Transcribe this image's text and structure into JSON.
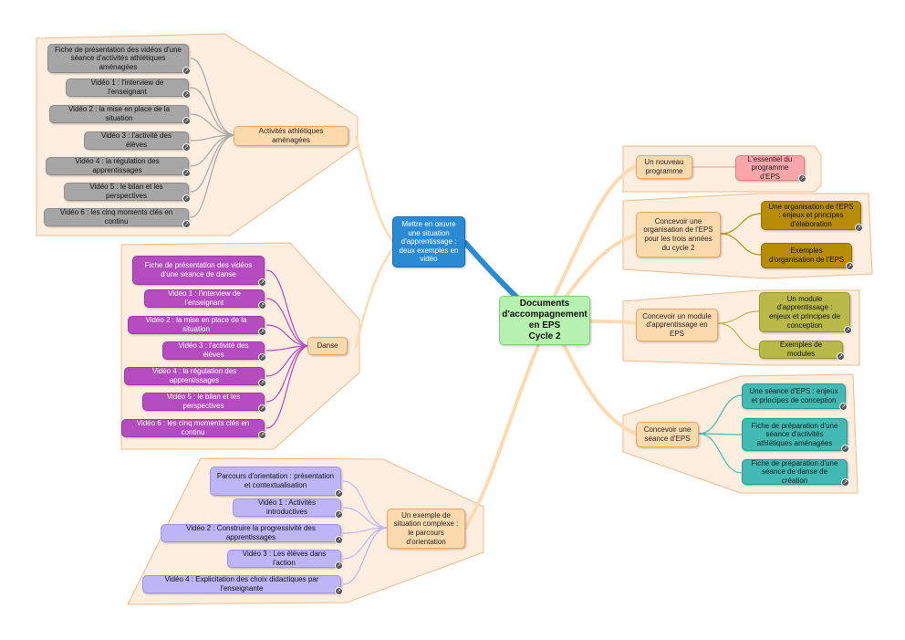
{
  "center": {
    "line1": "Documents",
    "line2": "d'accompagnement",
    "line3": "en EPS",
    "line4": "Cycle 2"
  },
  "video_hub": "Mettre en œuvre une situation d'apprentissage : deux exemples en vidéo",
  "athletics": {
    "label": "Activités athlétiques aménagées",
    "items": [
      "Fiche de présentation des vidéos d'une séance d'activités athlétiques aménagées",
      "Vidéo 1 : l'interview de l'enseignant",
      "Vidéo 2 : la mise en place de la situation",
      "Vidéo 3 : l'activité des élèves",
      "Vidéo 4 : la régulation des apprentissages",
      "Vidéo 5 : le bilan et les perspectives",
      "Vidéo 6 : les cinq moments clés en continu"
    ]
  },
  "dance": {
    "label": "Danse",
    "items": [
      "Fiche de présentation des vidéos d'une séance de danse",
      "Vidéo 1 : l'interview de l'enseignant",
      "Vidéo 2 : la mise en place de la situation",
      "Vidéo 3 : l'activité des élèves",
      "Vidéo 4 : la régulation des apprentissages",
      "Vidéo 5 : le bilan et les perspectives",
      "Vidéo 6 : les cinq moments clés en continu"
    ]
  },
  "orientation": {
    "label": "Un exemple de situation complexe : le parcours d'orientation",
    "items": [
      "Parcours d'orientation : présentation et contextualisation",
      "Vidéo 1 : Activités introductives",
      "Vidéo 2 : Construire la progressivité des apprentissages",
      "Vidéo 3 : Les élèves dans l'action",
      "Vidéo 4 : Explicitation des choix didactiques par l'enseignante"
    ]
  },
  "program": {
    "label": "Un nouveau programme",
    "items": [
      "L'essentiel du programme d'EPS"
    ]
  },
  "organisation": {
    "label": "Concevoir une organisation de l'EPS pour les trois années du cycle 2",
    "items": [
      "Une organisation de l'EPS : enjeux et principes d'élaboration",
      "Exemples d'organisation de l'EPS"
    ]
  },
  "module": {
    "label": "Concevoir un module d'apprentissage en EPS",
    "items": [
      "Un module d'apprentissage : enjeux et principes de conception",
      "Exemples de modules"
    ]
  },
  "session": {
    "label": "Concevoir une séance d'EPS",
    "items": [
      "Une séance d'EPS : enjeux et principes de conception",
      "Fiche de préparation d'une séance d'activités athlétiques aménagées",
      "Fiche de préparation d'une séance de danse de création"
    ]
  },
  "colors": {
    "orange": "#fdd9ae",
    "gray": "#a6a6a6",
    "purple": "#b44bbf",
    "lavender": "#bdb5f6",
    "pink": "#f7a6a9",
    "brown": "#b78d08",
    "olive": "#b9b94a",
    "teal": "#43b9b4",
    "blue": "#2b8ad4",
    "green": "#b7f1b0",
    "boundary": "#fdeee0"
  },
  "icons": {
    "leaf_link": "link-icon"
  }
}
